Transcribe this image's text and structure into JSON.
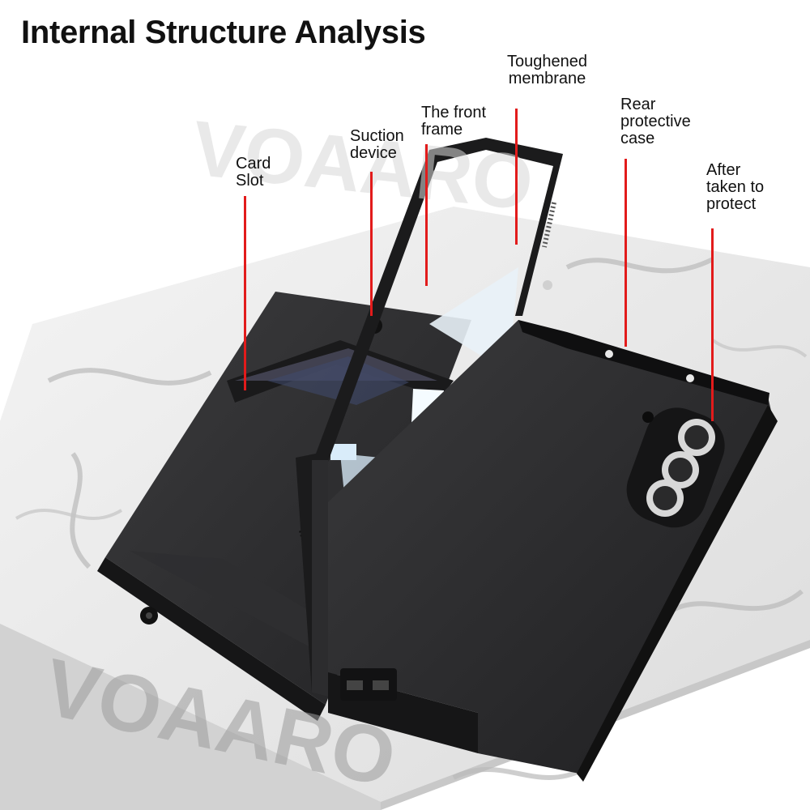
{
  "title": "Internal Structure Analysis",
  "watermark": "VOAARO",
  "colors": {
    "accent_line": "#e21b1b",
    "case_body": "#2b2b2d",
    "marble": "#e6e6e6"
  },
  "callouts": [
    {
      "id": "card-slot",
      "lines": [
        "Card",
        "Slot"
      ]
    },
    {
      "id": "suction-device",
      "lines": [
        "Suction",
        "device"
      ]
    },
    {
      "id": "front-frame",
      "lines": [
        "The front",
        "frame"
      ]
    },
    {
      "id": "toughened-membrane",
      "lines": [
        "Toughened",
        "membrane"
      ]
    },
    {
      "id": "rear-protective-case",
      "lines": [
        "Rear",
        "protective",
        "case"
      ]
    },
    {
      "id": "after-taken-to-protect",
      "lines": [
        "After",
        "taken to",
        "protect"
      ]
    }
  ]
}
